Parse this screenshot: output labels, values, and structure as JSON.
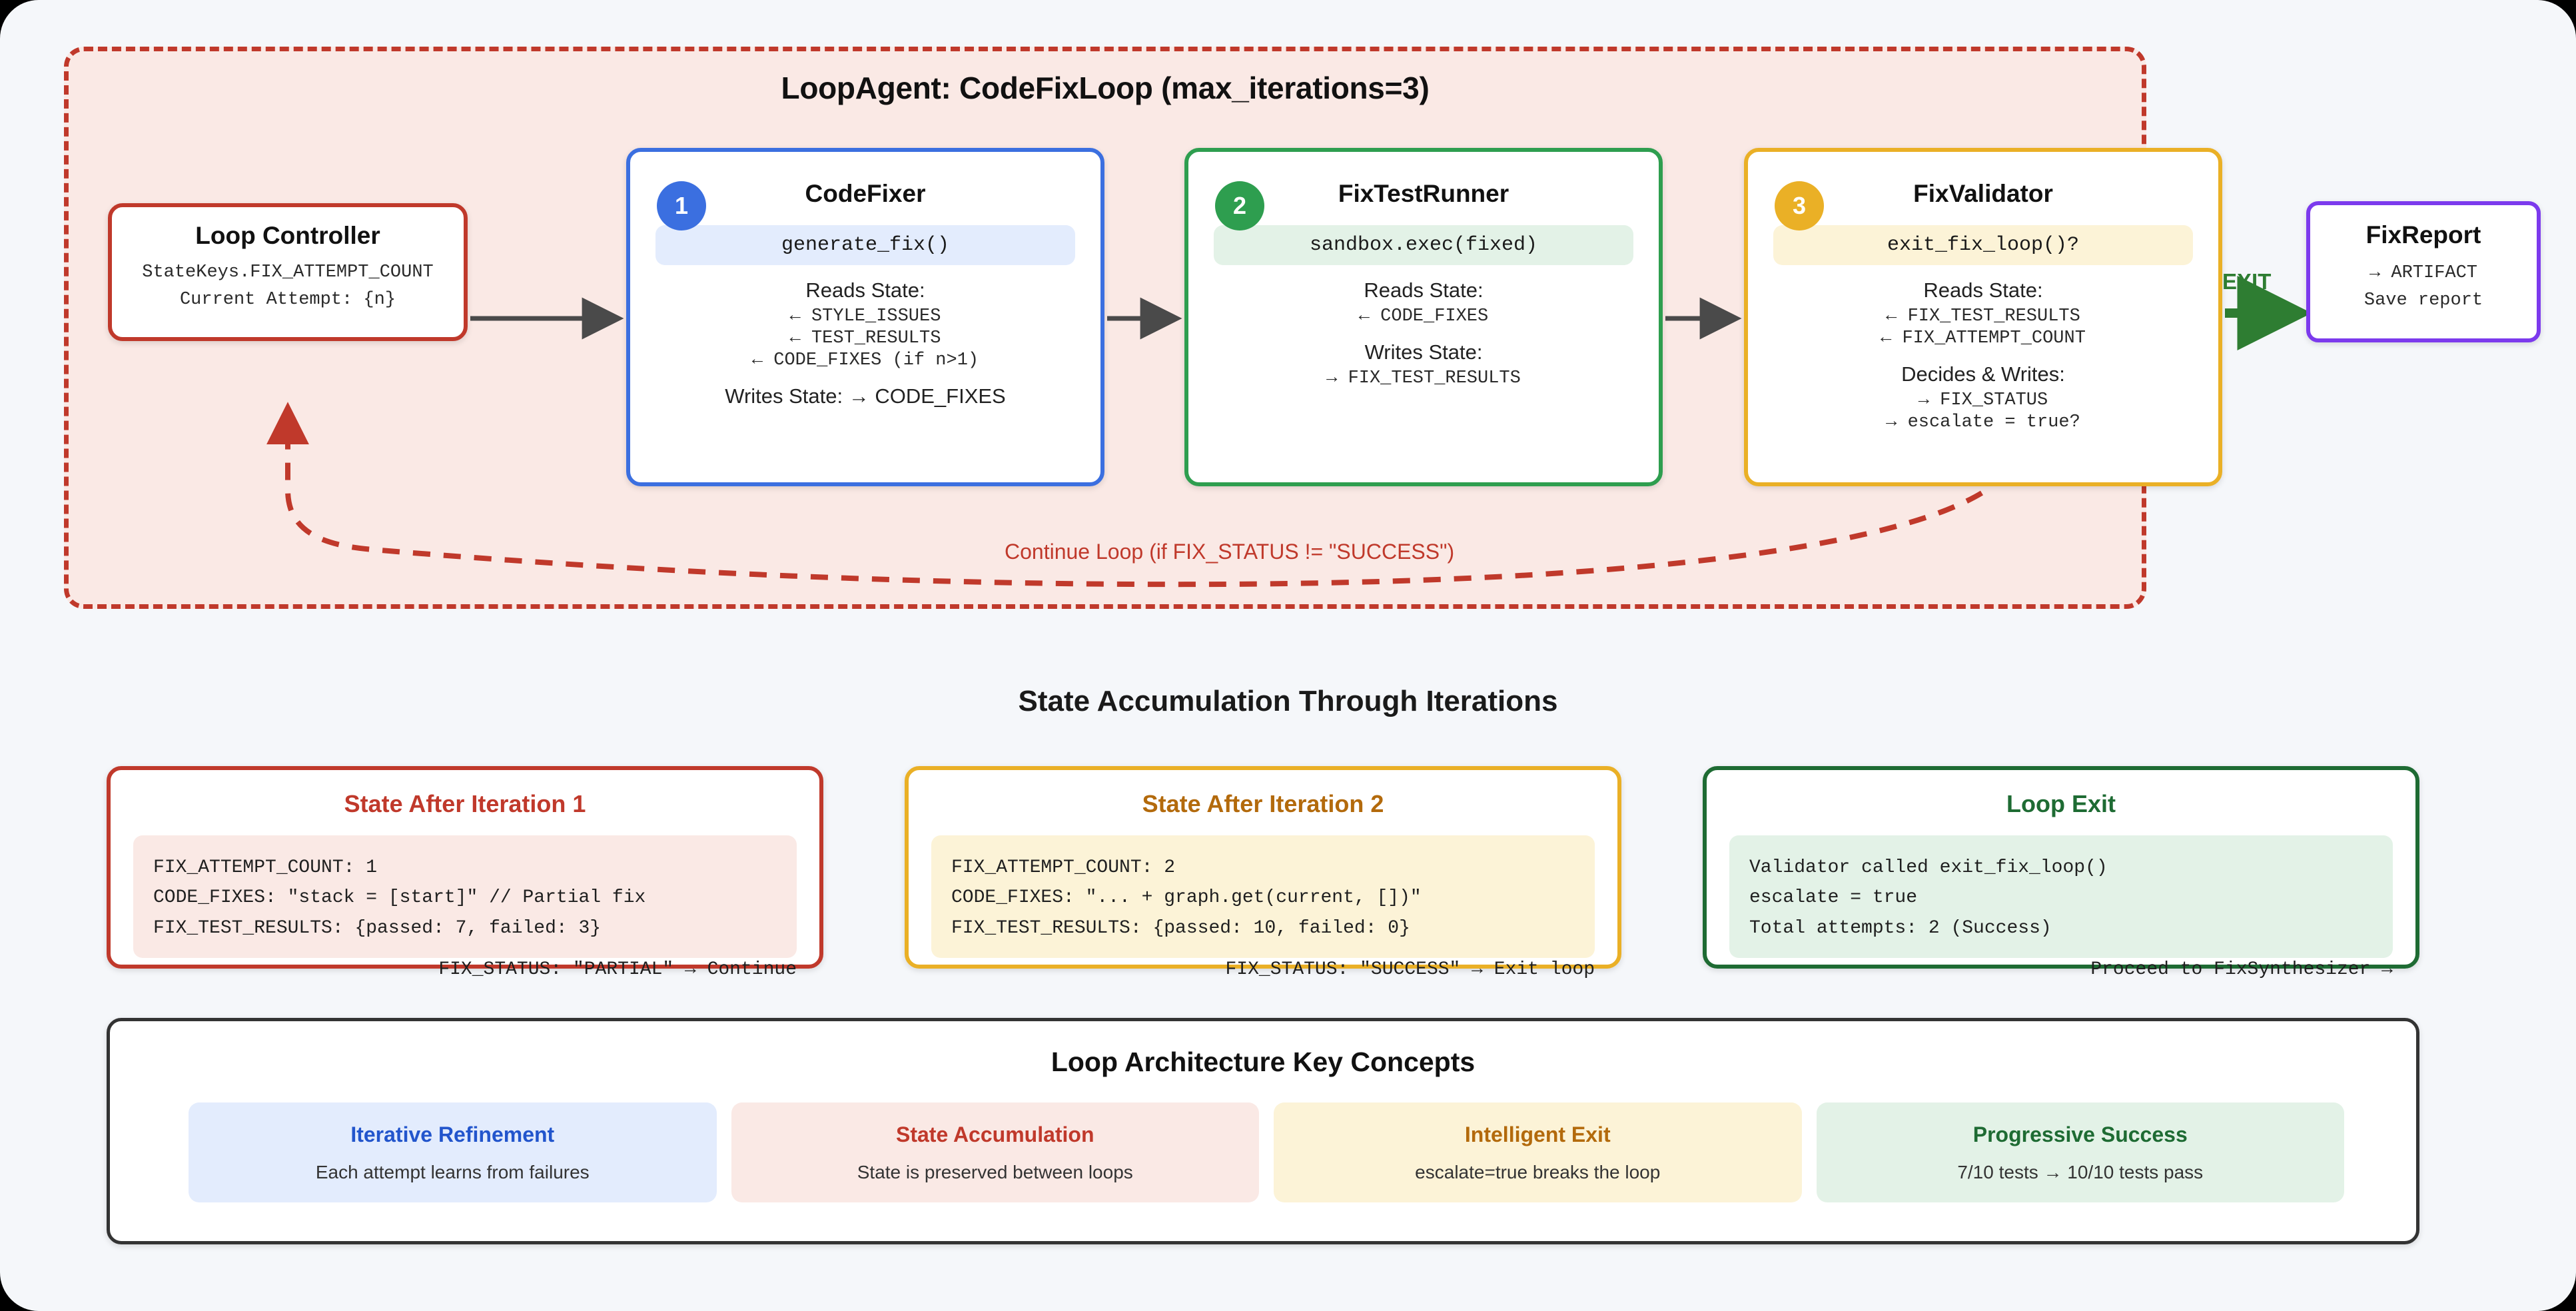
{
  "loop": {
    "title": "LoopAgent: CodeFixLoop (max_iterations=3)",
    "controller": {
      "title": "Loop Controller",
      "line1": "StateKeys.FIX_ATTEMPT_COUNT",
      "line2": "Current Attempt: {n}"
    },
    "nodes": [
      {
        "badge": "1",
        "title": "CodeFixer",
        "method": "generate_fix()",
        "reads_label": "Reads State:",
        "reads": [
          "← STYLE_ISSUES",
          "← TEST_RESULTS",
          "← CODE_FIXES (if n>1)"
        ],
        "writes_label": "",
        "writes": [
          "Writes State: → CODE_FIXES"
        ],
        "accent": "#3b6fe0"
      },
      {
        "badge": "2",
        "title": "FixTestRunner",
        "method": "sandbox.exec(fixed)",
        "reads_label": "Reads State:",
        "reads": [
          "← CODE_FIXES"
        ],
        "writes_label": "Writes State:",
        "writes": [
          "→ FIX_TEST_RESULTS"
        ],
        "accent": "#2e9e4f"
      },
      {
        "badge": "3",
        "title": "FixValidator",
        "method": "exit_fix_loop()?",
        "reads_label": "Reads State:",
        "reads": [
          "← FIX_TEST_RESULTS",
          "← FIX_ATTEMPT_COUNT"
        ],
        "writes_label": "Decides & Writes:",
        "writes": [
          "→ FIX_STATUS",
          "→ escalate = true?"
        ],
        "accent": "#eab026"
      }
    ],
    "exit_label": "EXIT",
    "report": {
      "title": "FixReport",
      "line1": "→ ARTIFACT",
      "line2": "Save report"
    },
    "continue_label": "Continue Loop (if FIX_STATUS != \"SUCCESS\")"
  },
  "state_section": {
    "heading": "State Accumulation Through Iterations",
    "cards": [
      {
        "title": "State After Iteration 1",
        "lines": [
          "FIX_ATTEMPT_COUNT: 1",
          "CODE_FIXES: \"stack = [start]\" // Partial fix",
          "FIX_TEST_RESULTS: {passed: 7, failed: 3}"
        ],
        "footer": "FIX_STATUS: \"PARTIAL\" → Continue"
      },
      {
        "title": "State After Iteration 2",
        "lines": [
          "FIX_ATTEMPT_COUNT: 2",
          "CODE_FIXES: \"... + graph.get(current, [])\"",
          "FIX_TEST_RESULTS: {passed: 10, failed: 0}"
        ],
        "footer": "FIX_STATUS: \"SUCCESS\" → Exit loop"
      },
      {
        "title": "Loop Exit",
        "lines": [
          "Validator called exit_fix_loop()",
          "escalate = true",
          "Total attempts: 2 (Success)"
        ],
        "footer": "Proceed to FixSynthesizer →"
      }
    ]
  },
  "concepts": {
    "heading": "Loop Architecture Key Concepts",
    "cards": [
      {
        "title": "Iterative Refinement",
        "sub": "Each attempt learns from failures"
      },
      {
        "title": "State Accumulation",
        "sub": "State is preserved between loops"
      },
      {
        "title": "Intelligent Exit",
        "sub": "escalate=true breaks the loop"
      },
      {
        "title": "Progressive Success",
        "sub": "7/10 tests → 10/10 tests pass"
      }
    ]
  },
  "colors": {
    "page_bg": "#f5f7fa",
    "loop_bg": "#fae9e5",
    "loop_border": "#c0392b",
    "step1": "#3b6fe0",
    "step2": "#2e9e4f",
    "step3": "#eab026",
    "report": "#7c3aed",
    "exit_arrow": "#2e7d32",
    "flow_arrow": "#4a4a4a"
  }
}
